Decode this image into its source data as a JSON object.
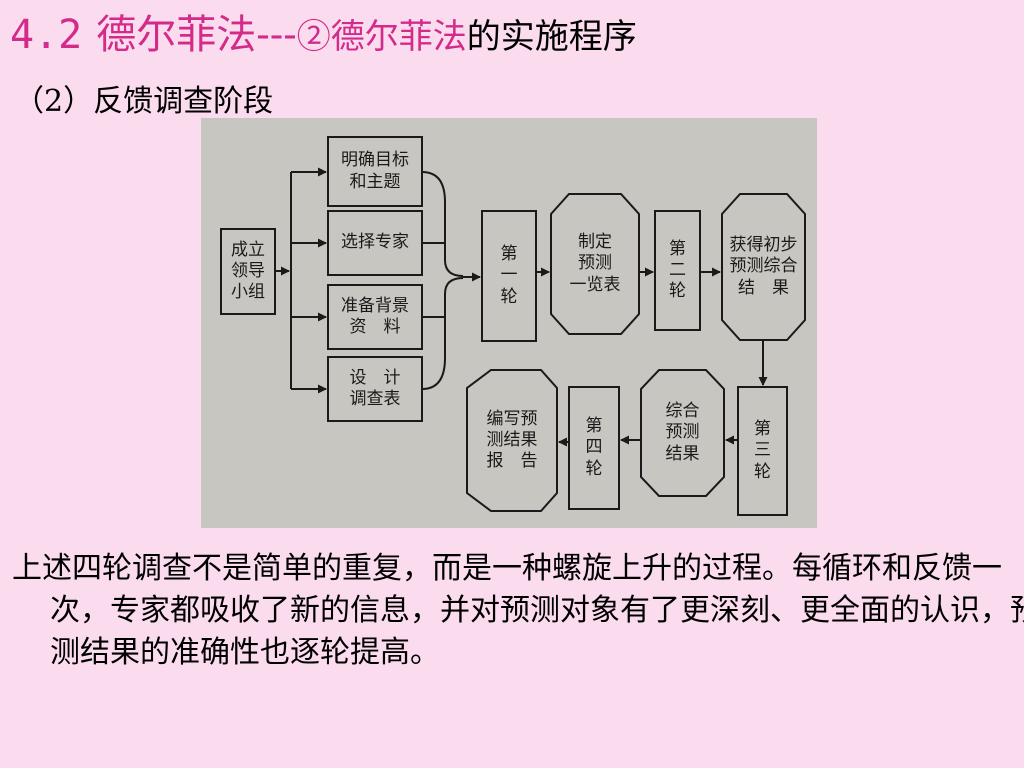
{
  "title": {
    "number": "4.2",
    "main": "德尔菲法---",
    "sub": "②德尔菲法",
    "end": "的实施程序"
  },
  "subtitle": "（2）反馈调查阶段",
  "diagram": {
    "nodes": {
      "leader_group": "成立\n领导\n小组",
      "goal": "明确目标\n和主题",
      "experts": "选择专家",
      "background": "准备背景\n资　料",
      "questionnaire": "设　计\n调查表",
      "round1": "第\n一\n轮",
      "forecast_list": "制定\n预测\n一览表",
      "round2": "第\n二\n轮",
      "preliminary": "获得初步\n预测综合\n结　果",
      "round3": "第\n三\n轮",
      "combined": "综合\n预测\n结果",
      "round4": "第\n四\n轮",
      "report": "编写预\n测结果\n报　告"
    }
  },
  "body_text": "上述四轮调查不是简单的重复，而是一种螺旋上升的过程。每循环和反馈一次，专家都吸收了新的信息，并对预测对象有了更深刻、更全面的认识，预测结果的准确性也逐轮提高。"
}
